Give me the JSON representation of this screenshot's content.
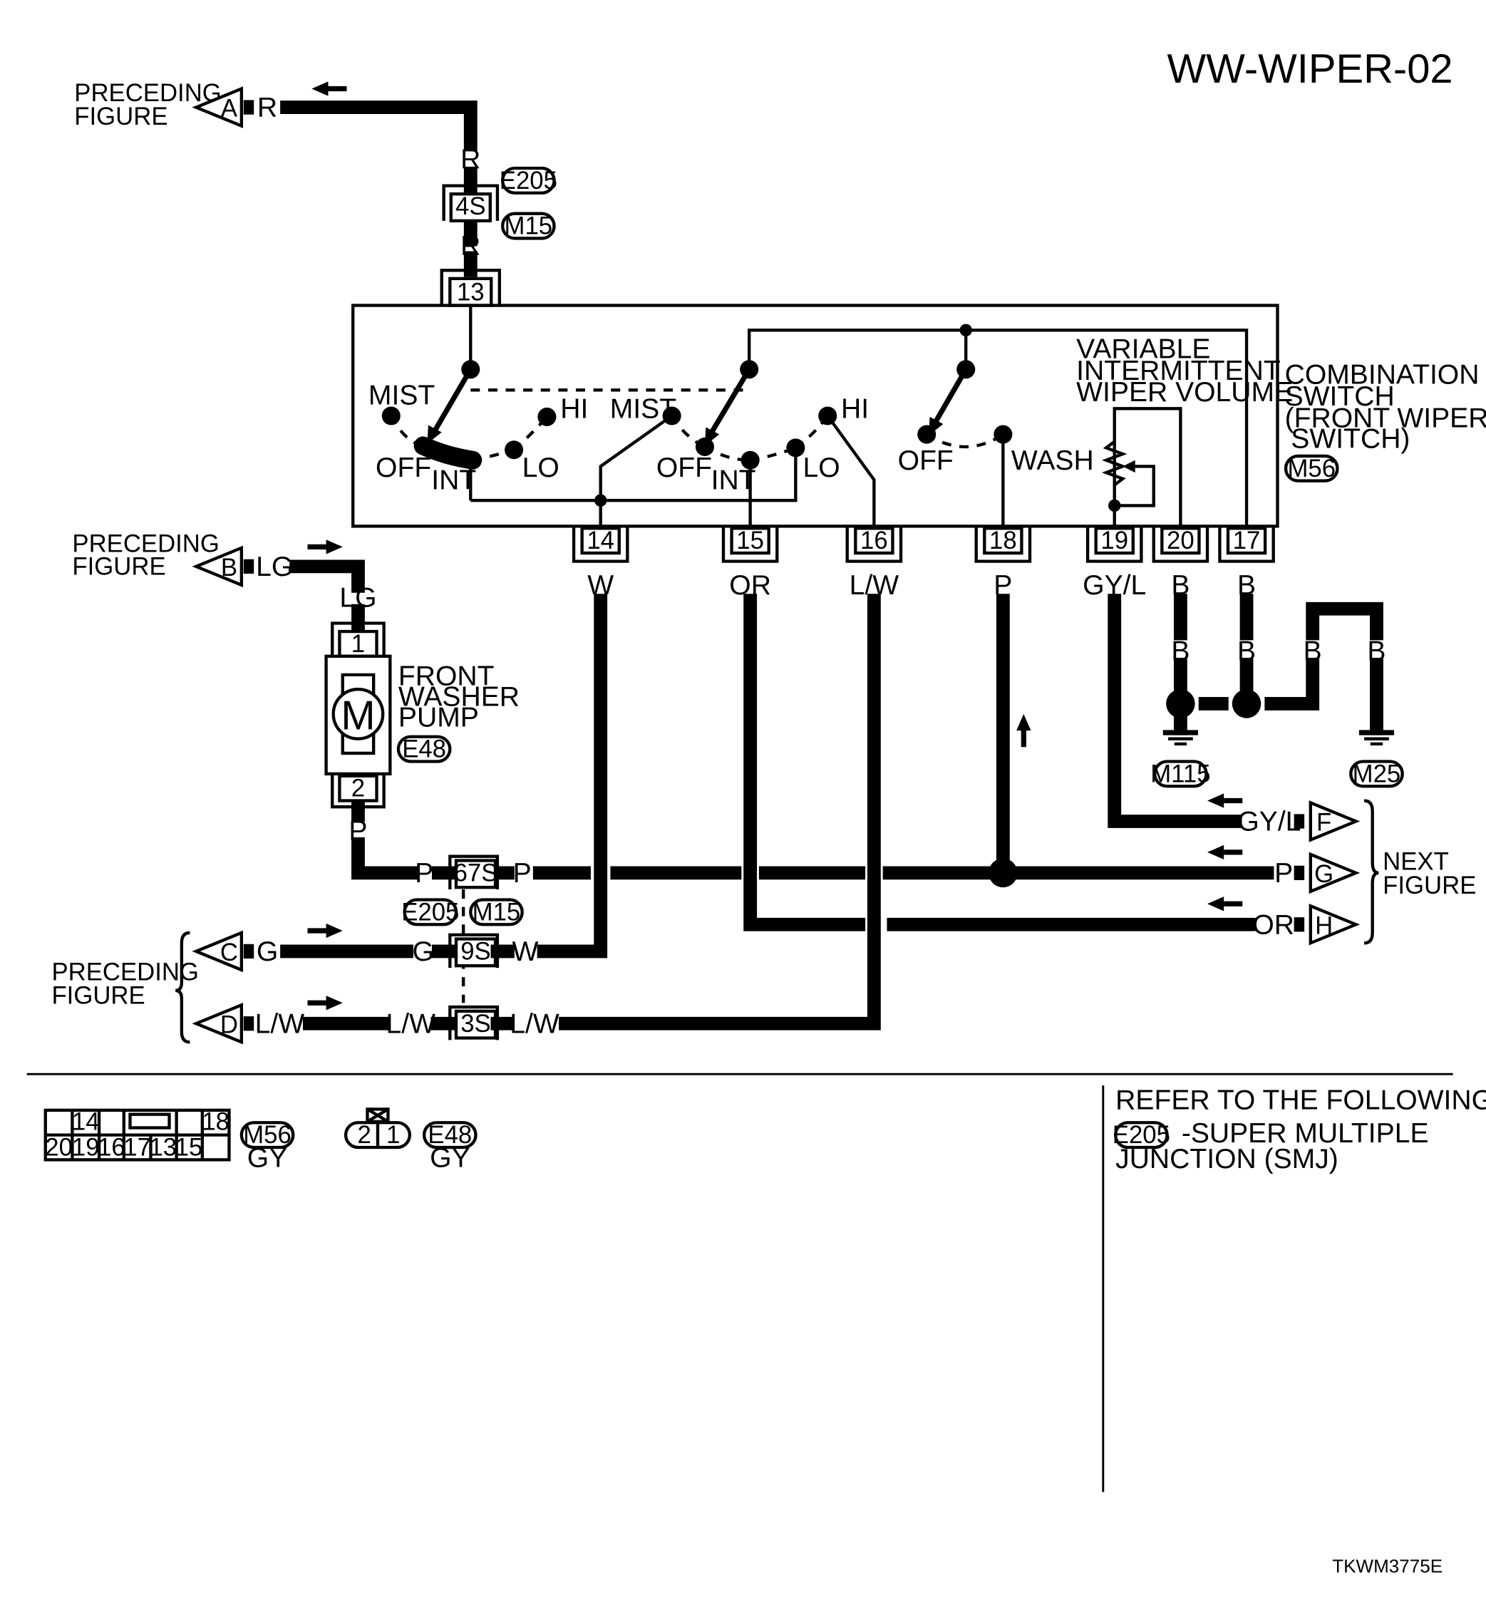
{
  "title": "WW-WIPER-02",
  "figure_id": "TKWM3775E",
  "links": {
    "preceding_figure": "PRECEDING FIGURE",
    "next_figure": "NEXT FIGURE",
    "A": "A",
    "B": "B",
    "C": "C",
    "D": "D",
    "F": "F",
    "G": "G",
    "H": "H"
  },
  "connectors": {
    "E205": "E205",
    "M15": "M15",
    "M56": "M56",
    "E48": "E48",
    "M115": "M115",
    "M25": "M25",
    "j4S": "4S",
    "j67S": "67S",
    "j9S": "9S",
    "j3S": "3S"
  },
  "wires": {
    "R": "R",
    "LG": "LG",
    "P": "P",
    "G": "G",
    "W": "W",
    "LW": "L/W",
    "OR": "OR",
    "GYL": "GY/L",
    "B": "B"
  },
  "pins": {
    "p13": "13",
    "p14": "14",
    "p15": "15",
    "p16": "16",
    "p18": "18",
    "p19": "19",
    "p20": "20",
    "p17": "17",
    "pump1": "1",
    "pump2": "2"
  },
  "switch": {
    "name_line1": "COMBINATION",
    "name_line2": "SWITCH",
    "name_line3": "(FRONT WIPER",
    "name_line4": "SWITCH)",
    "mist": "MIST",
    "off": "OFF",
    "int": "INT",
    "lo": "LO",
    "hi": "HI",
    "wash": "WASH",
    "vol_line1": "VARIABLE",
    "vol_line2": "INTERMITTENT",
    "vol_line3": "WIPER VOLUME"
  },
  "pump": {
    "line1": "FRONT",
    "line2": "WASHER",
    "line3": "PUMP",
    "motor": "M"
  },
  "connector_views": {
    "m56_pins_top": [
      "14",
      "18"
    ],
    "m56_pins_bottom": [
      "20",
      "19",
      "16",
      "17",
      "13",
      "15"
    ],
    "e48_pins": [
      "2",
      "1"
    ],
    "color": "GY"
  },
  "reference": {
    "header": "REFER TO THE FOLLOWING.",
    "item_line1": "-SUPER MULTIPLE",
    "item_line2": "JUNCTION (SMJ)"
  }
}
